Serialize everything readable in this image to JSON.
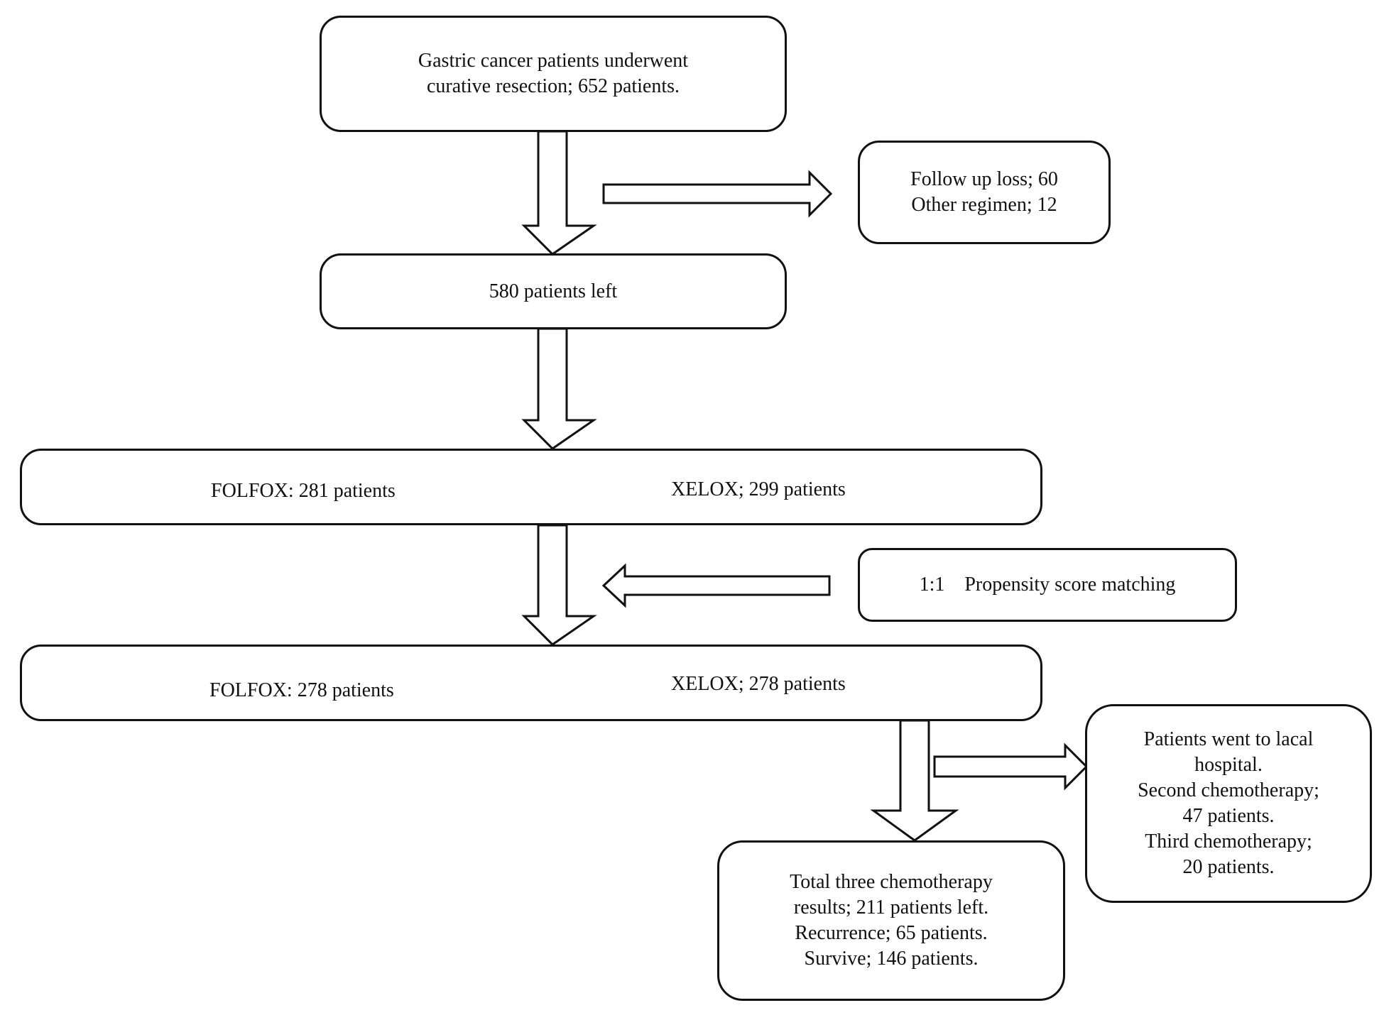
{
  "boxes": {
    "start": [
      "Gastric cancer patients underwent",
      "curative resection;  652 patients."
    ],
    "excluded": [
      "Follow up loss; 60",
      "Other regimen; 12"
    ],
    "left": [
      "580  patients left"
    ],
    "groups_before": {
      "folfox": "FOLFOX: 281 patients",
      "xelox": "XELOX; 299 patients"
    },
    "matching": [
      "1:1    Propensity score matching"
    ],
    "groups_after": {
      "folfox": "FOLFOX: 278  patients",
      "xelox": "XELOX; 278 patients"
    },
    "local_hospital": [
      "Patients went to lacal",
      "hospital.",
      "Second chemotherapy;",
      "47 patients.",
      "Third chemotherapy;",
      "20  patients."
    ],
    "results": [
      "Total three chemotherapy",
      "results; 211 patients left.",
      "Recurrence; 65 patients.",
      "Survive;  146 patients."
    ]
  }
}
